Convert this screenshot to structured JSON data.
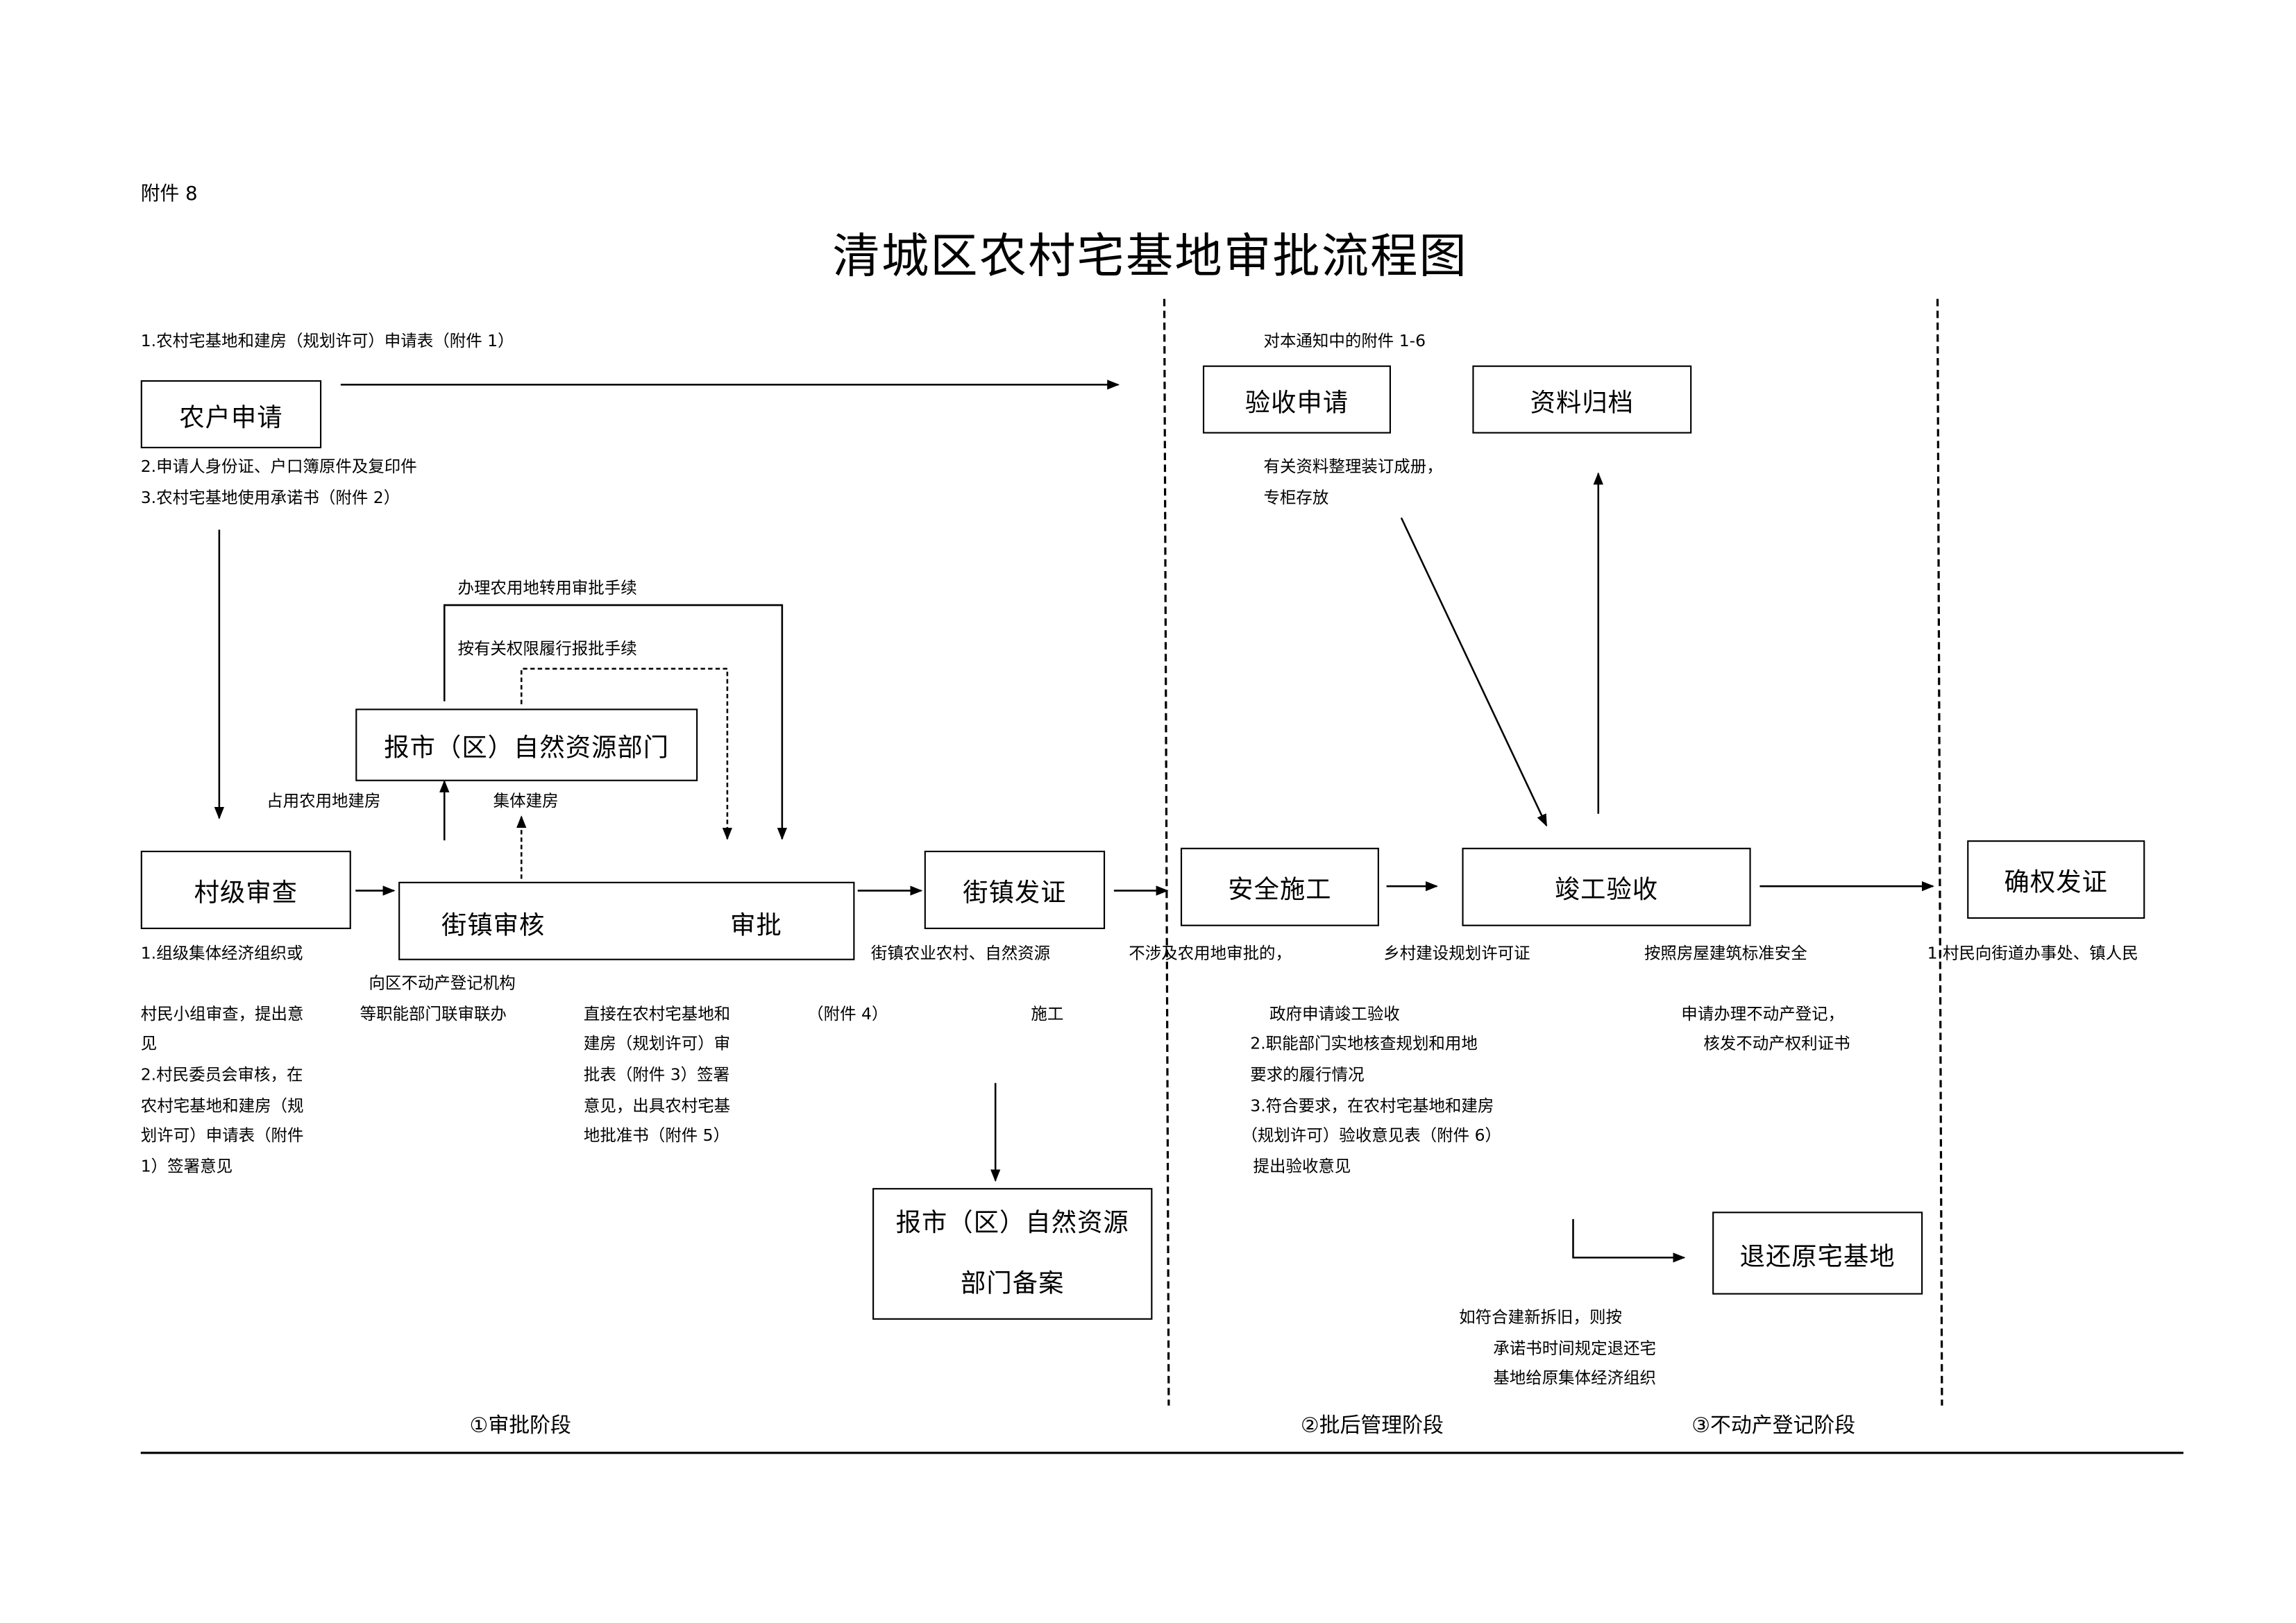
{
  "header": {
    "attachment": "附件 8",
    "title": "清城区农村宅基地审批流程图"
  },
  "boxes": {
    "farmer_apply": "农户申请",
    "village_review": "村级审查",
    "city_resources_top": "报市（区）自然资源部门",
    "town_review": "街镇审核",
    "approve": "审批",
    "town_issue": "街镇发证",
    "city_filing_line1": "报市（区）自然资源",
    "city_filing_line2": "部门备案",
    "acceptance_apply": "验收申请",
    "archive": "资料归档",
    "safe_construction": "安全施工",
    "completion_acceptance": "竣工验收",
    "confirm_certificate": "确权发证",
    "return_homestead": "退还原宅基地"
  },
  "notes": {
    "apply_doc1": "1.农村宅基地和建房（规划许可）申请表（附件 1）",
    "apply_doc2": "2.申请人身份证、户口簿原件及复印件",
    "apply_doc3": "3.农村宅基地使用承诺书（附件 2）",
    "farmland_conversion": "办理农用地转用审批手续",
    "authority_procedure": "按有关权限履行报批手续",
    "occupy_farmland": "占用农用地建房",
    "collective_build": "集体建房",
    "village_l1": "1.组级集体经济组织或",
    "village_l2": "村民小组审查，提出意",
    "village_l3": "见",
    "village_l4": "2.村民委员会审核，在",
    "village_l5": "农村宅基地和建房（规",
    "village_l6": "划许可）申请表（附件",
    "village_l7": "1）签署意见",
    "town_l1": "向区不动产登记机构",
    "town_l2": "等职能部门联审联办",
    "approve_l1": "直接在农村宅基地和",
    "approve_l2": "建房（规划许可）审",
    "approve_l3": "批表（附件 3）签署",
    "approve_l4": "意见，出具农村宅基",
    "approve_l5": "地批准书（附件 5）",
    "issue_l1": "街镇农业农村、自然资源",
    "issue_l2": "不涉及农用地审批的，",
    "issue_l3": "乡村建设规划许可证",
    "issue_l4": "（附件 4）",
    "construction_note": "施工",
    "acceptance_doc": "对本通知中的附件 1-6",
    "archive_l1": "有关资料整理装订成册，",
    "archive_l2": "专柜存放",
    "completion_l1": "按照房屋建筑标准安全",
    "completion_l2": "政府申请竣工验收",
    "completion_l3": "2.职能部门实地核查规划和用地",
    "completion_l4": "要求的履行情况",
    "completion_l5": "3.符合要求，在农村宅基地和建房",
    "completion_l6": "（规划许可）验收意见表（附件 6）",
    "completion_l7": "提出验收意见",
    "cert_l1": "1.村民向街道办事处、镇人民",
    "cert_l2": "申请办理不动产登记，",
    "cert_l3": "核发不动产权利证书",
    "return_l1": "如符合建新拆旧，则按",
    "return_l2": "承诺书时间规定退还宅",
    "return_l3": "基地给原集体经济组织"
  },
  "stages": {
    "s1": "①审批阶段",
    "s2": "②批后管理阶段",
    "s3": "③不动产登记阶段"
  }
}
